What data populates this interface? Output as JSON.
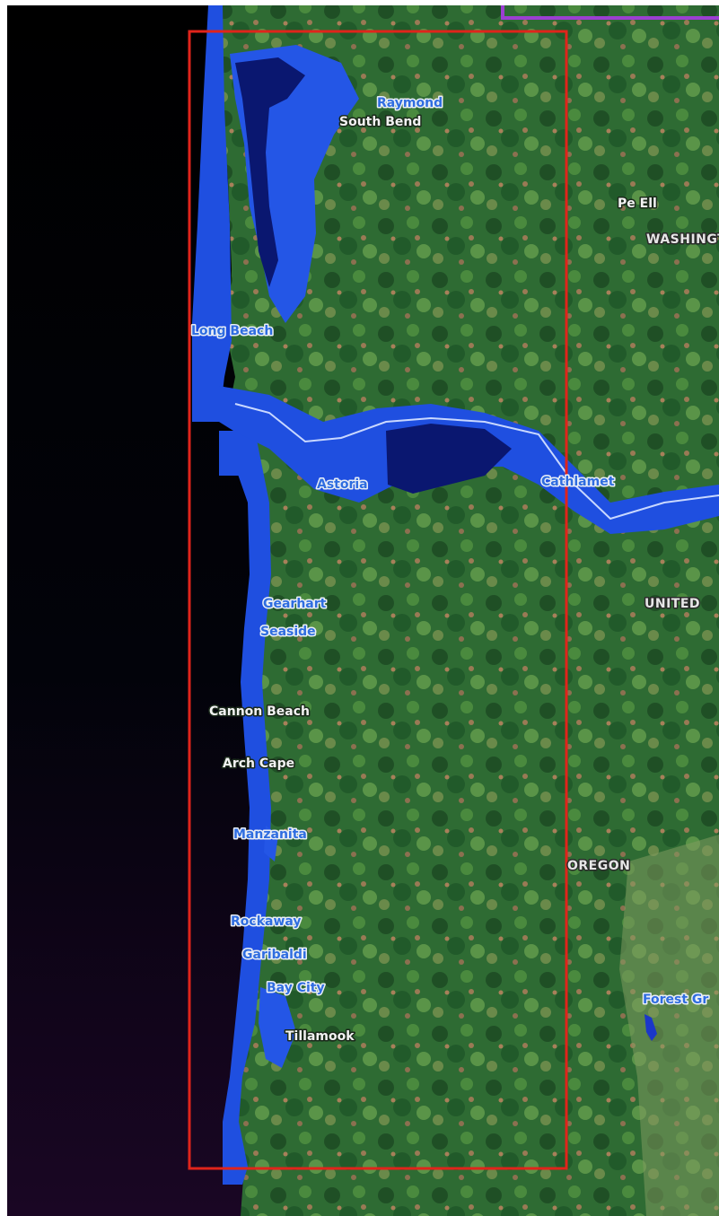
{
  "map": {
    "places": [
      {
        "key": "raymond",
        "name": "Raymond",
        "style": "blue"
      },
      {
        "key": "south-bend",
        "name": "South Bend",
        "style": "light"
      },
      {
        "key": "pe-ell",
        "name": "Pe Ell",
        "style": "light"
      },
      {
        "key": "washington",
        "name": "WASHINGTON",
        "style": "state"
      },
      {
        "key": "long-beach",
        "name": "Long Beach",
        "style": "blue"
      },
      {
        "key": "astoria",
        "name": "Astoria",
        "style": "blue"
      },
      {
        "key": "cathlamet",
        "name": "Cathlamet",
        "style": "blue"
      },
      {
        "key": "united",
        "name": "UNITED",
        "style": "state"
      },
      {
        "key": "gearhart",
        "name": "Gearhart",
        "style": "blue"
      },
      {
        "key": "seaside",
        "name": "Seaside",
        "style": "blue"
      },
      {
        "key": "cannon-beach",
        "name": "Cannon Beach",
        "style": "light"
      },
      {
        "key": "arch-cape",
        "name": "Arch Cape",
        "style": "light"
      },
      {
        "key": "manzanita",
        "name": "Manzanita",
        "style": "blue"
      },
      {
        "key": "oregon",
        "name": "OREGON",
        "style": "state"
      },
      {
        "key": "rockaway",
        "name": "Rockaway",
        "style": "blue"
      },
      {
        "key": "garibaldi",
        "name": "Garibaldi",
        "style": "blue"
      },
      {
        "key": "bay-city",
        "name": "Bay City",
        "style": "blue"
      },
      {
        "key": "tillamook",
        "name": "Tillamook",
        "style": "light"
      },
      {
        "key": "forest-grove",
        "name": "Forest Gr",
        "style": "blue"
      }
    ],
    "colors": {
      "ocean": "#000000",
      "land": "#2f6e32",
      "water": "#1f4fe0",
      "deep_water": "#0a1770",
      "study_area_border": "#e0241b",
      "state_border": "#9b3fd1"
    }
  }
}
